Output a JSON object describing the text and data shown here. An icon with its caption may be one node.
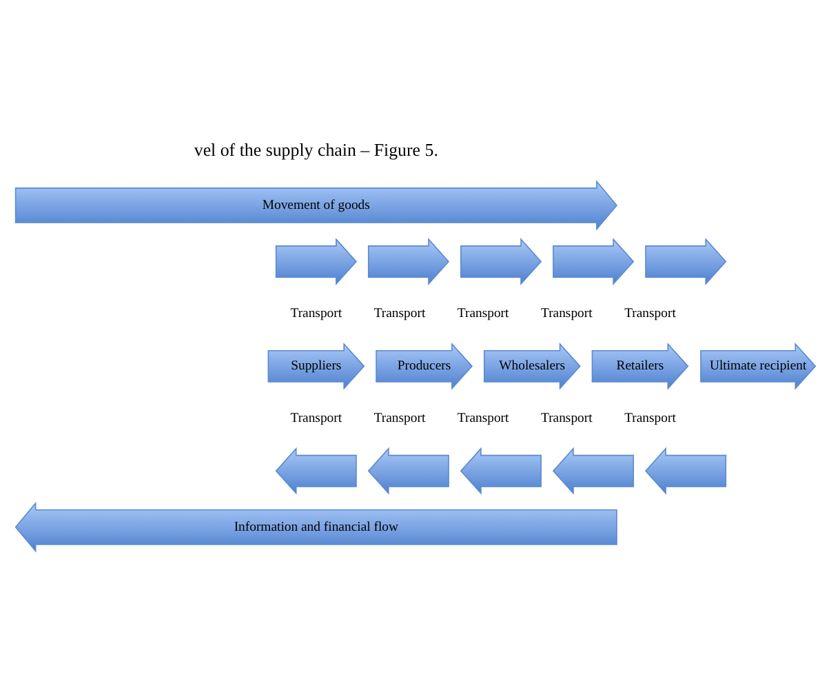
{
  "diagram": {
    "nodes": [
      {
        "text": [
          "Movement of goods"
        ]
      },
      {
        "text": [],
        "shape": "arrow"
      },
      {
        "text": [],
        "shape": "arrow"
      },
      {
        "text": [],
        "shape": "arrow"
      },
      {
        "text": [],
        "shape": "arrow"
      },
      {
        "text": [],
        "shape": "arrow"
      },
      {
        "text": [
          "Suppliers"
        ]
      },
      {
        "text": [
          "Producers"
        ]
      },
      {
        "text": [
          "Wholesalers"
        ]
      },
      {
        "text": [
          "Retailers"
        ]
      },
      {
        "text": [
          "Ultimate recipient"
        ]
      },
      {
        "text": [],
        "shape": "arrow"
      },
      {
        "text": [],
        "shape": "arrow"
      },
      {
        "text": [],
        "shape": "arrow"
      },
      {
        "text": [],
        "shape": "arrow"
      },
      {
        "text": [],
        "shape": "arrow"
      },
      {
        "text": [
          "Information and financial flow"
        ]
      }
    ],
    "labels": [
      "vel of the supply chain – Figure 5.",
      "Transport",
      "Transport",
      "Transport",
      "Transport",
      "Transport",
      "Transport",
      "Transport",
      "Transport",
      "Transport",
      "Transport"
    ]
  }
}
